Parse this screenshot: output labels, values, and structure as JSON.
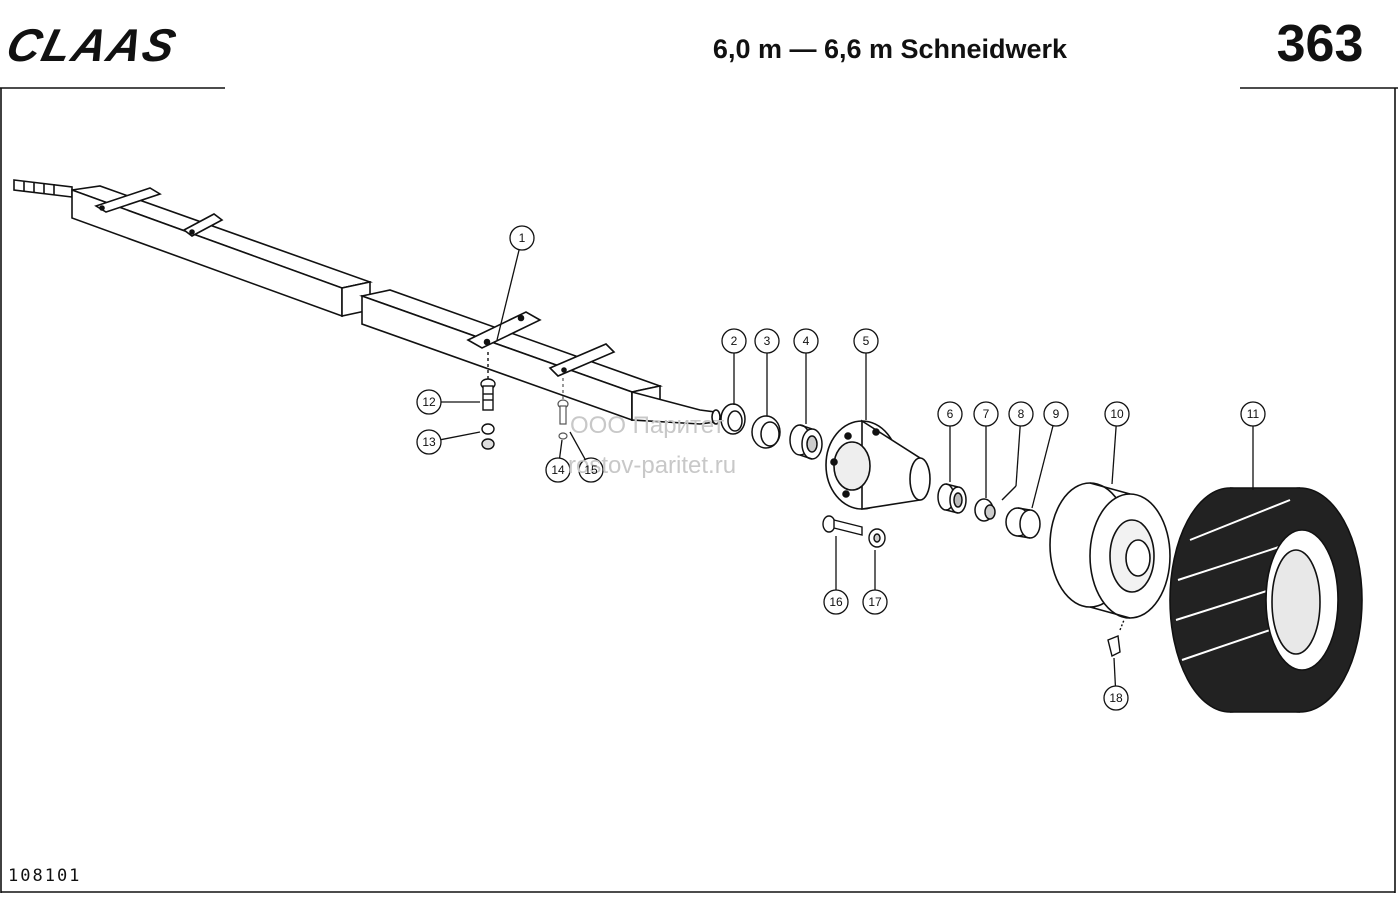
{
  "header": {
    "brand": "CLAAS",
    "title": "6,0 m — 6,6 m Schneidwerk",
    "page_number": "363"
  },
  "footer": {
    "document_number": "108101"
  },
  "watermark": {
    "line1": "ООО Паритет",
    "line2": "rostov-paritet.ru"
  },
  "callouts": [
    {
      "id": "c1",
      "label": "1"
    },
    {
      "id": "c2",
      "label": "2"
    },
    {
      "id": "c3",
      "label": "3"
    },
    {
      "id": "c4",
      "label": "4"
    },
    {
      "id": "c5",
      "label": "5"
    },
    {
      "id": "c6",
      "label": "6"
    },
    {
      "id": "c7",
      "label": "7"
    },
    {
      "id": "c8",
      "label": "8"
    },
    {
      "id": "c9",
      "label": "9"
    },
    {
      "id": "c10",
      "label": "10"
    },
    {
      "id": "c11",
      "label": "11"
    },
    {
      "id": "c12",
      "label": "12"
    },
    {
      "id": "c13",
      "label": "13"
    },
    {
      "id": "c14",
      "label": "14"
    },
    {
      "id": "c15",
      "label": "15"
    },
    {
      "id": "c16",
      "label": "16"
    },
    {
      "id": "c17",
      "label": "17"
    },
    {
      "id": "c18",
      "label": "18"
    }
  ]
}
